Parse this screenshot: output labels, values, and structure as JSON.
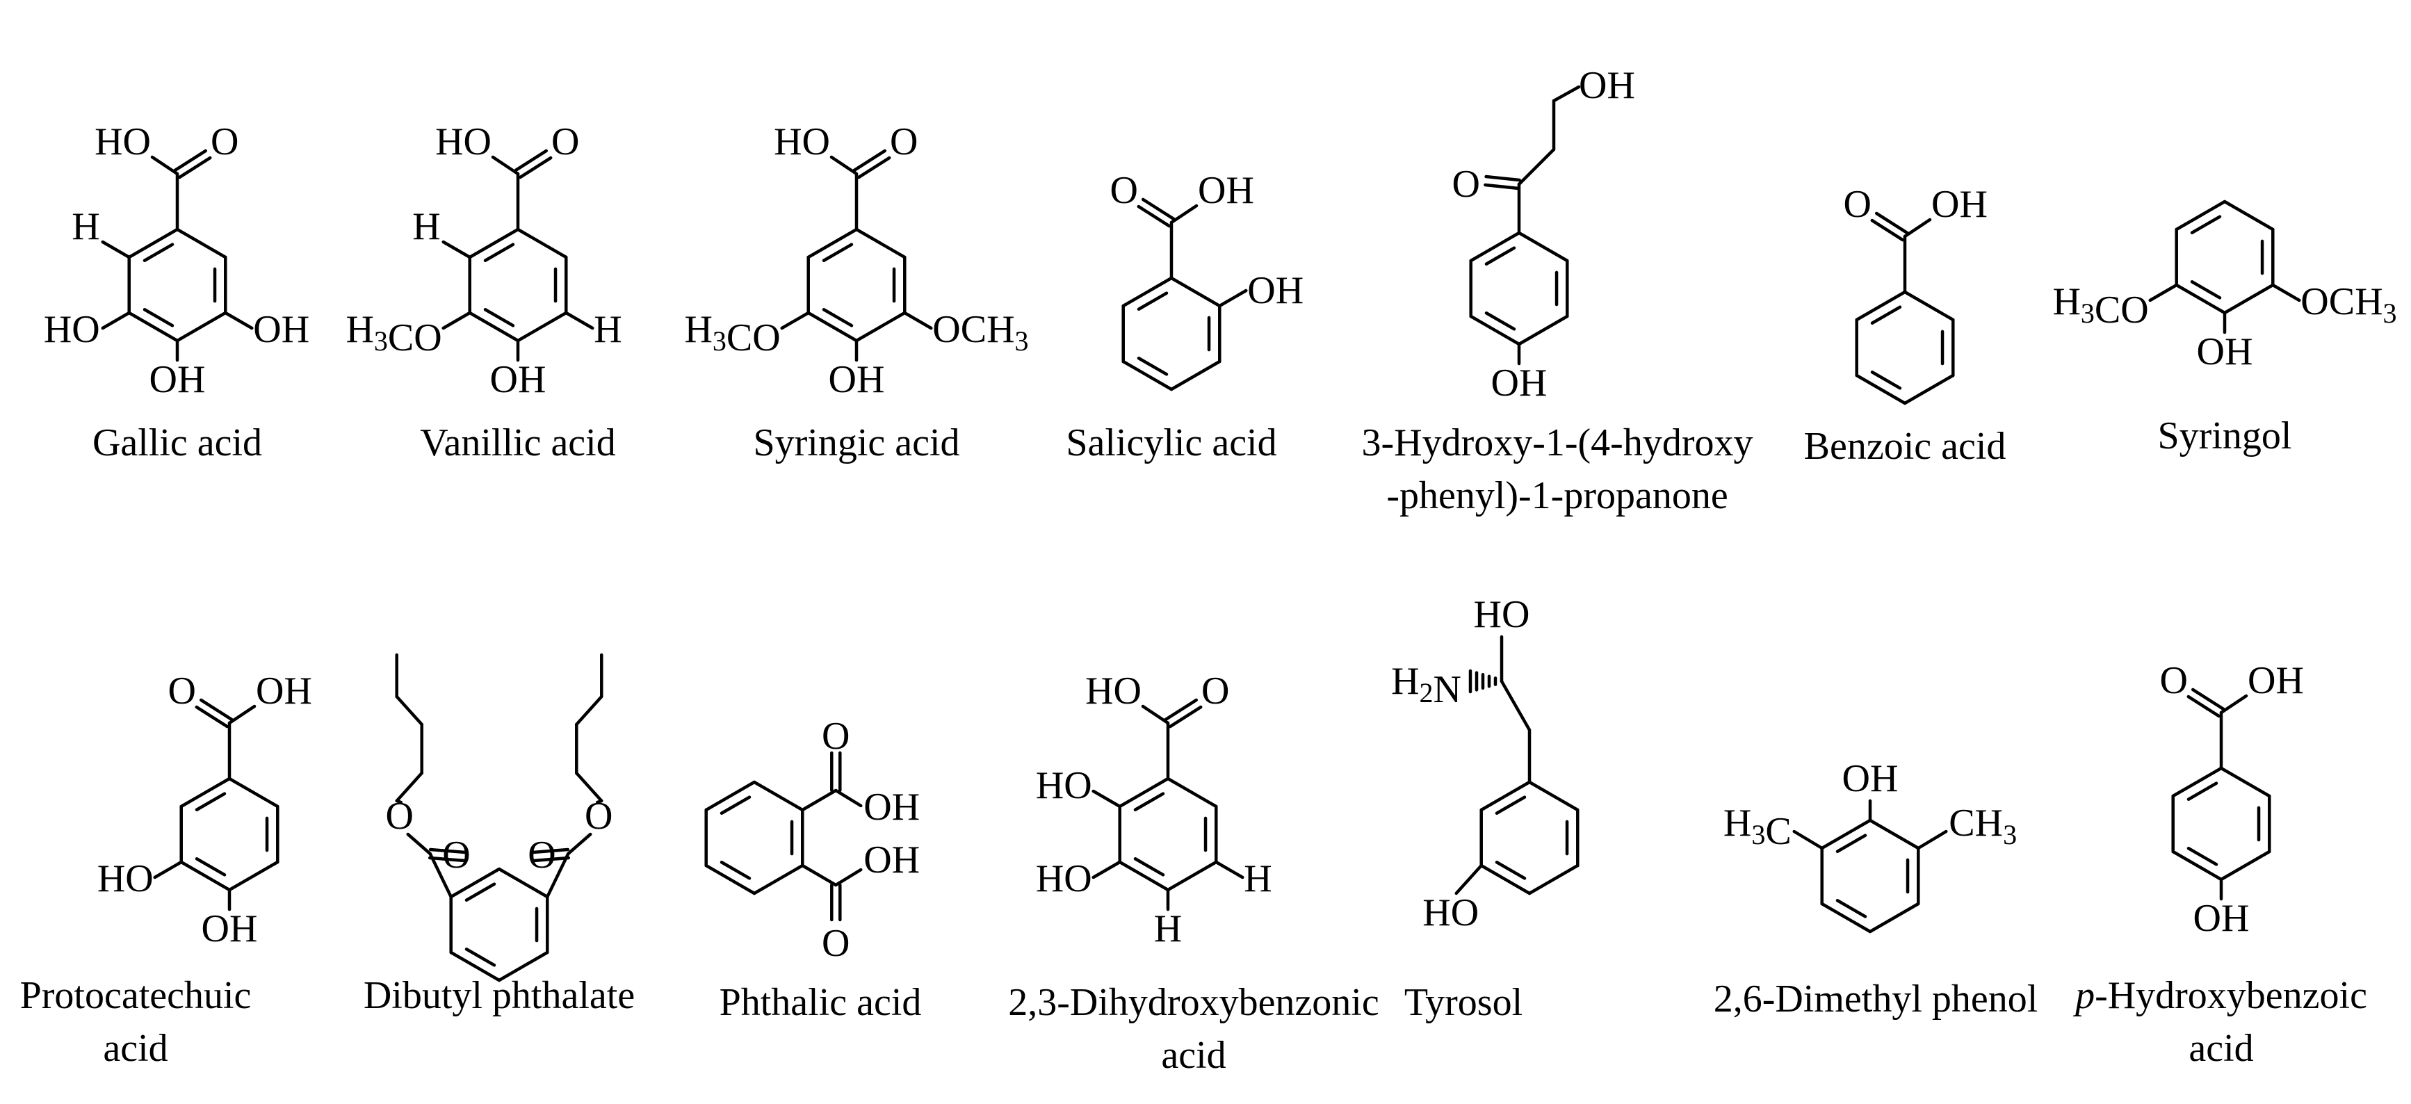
{
  "figure": {
    "compounds": [
      {
        "id": "gallic",
        "name": [
          "Gallic acid"
        ],
        "labels": [
          "HO",
          "O",
          "H",
          "HO",
          "OH",
          "OH"
        ]
      },
      {
        "id": "vanillic",
        "name": [
          "Vanillic acid"
        ],
        "labels": [
          "HO",
          "O",
          "H",
          "H₃CO",
          "H",
          "OH"
        ]
      },
      {
        "id": "syringic",
        "name": [
          "Syringic acid"
        ],
        "labels": [
          "HO",
          "O",
          "H₃CO",
          "OCH₃",
          "OH"
        ]
      },
      {
        "id": "salicylic",
        "name": [
          "Salicylic acid"
        ],
        "labels": [
          "O",
          "OH",
          "OH"
        ]
      },
      {
        "id": "hhpp",
        "name": [
          "3-Hydroxy-1-(4-hydroxy",
          "-phenyl)-1-propanone"
        ],
        "labels": [
          "OH",
          "O",
          "OH"
        ]
      },
      {
        "id": "benzoic",
        "name": [
          "Benzoic acid"
        ],
        "labels": [
          "O",
          "OH"
        ]
      },
      {
        "id": "syringol",
        "name": [
          "Syringol"
        ],
        "labels": [
          "H₃CO",
          "OCH₃",
          "OH"
        ]
      },
      {
        "id": "protocatechuic",
        "name": [
          "Protocatechuic",
          "acid"
        ],
        "labels": [
          "O",
          "OH",
          "HO",
          "OH"
        ]
      },
      {
        "id": "dbp",
        "name": [
          "Dibutyl phthalate"
        ],
        "labels": [
          "O",
          "O",
          "O",
          "O"
        ]
      },
      {
        "id": "phthalic",
        "name": [
          "Phthalic acid"
        ],
        "labels": [
          "O",
          "OH",
          "OH",
          "O"
        ]
      },
      {
        "id": "dhb23",
        "name": [
          "2,3-Dihydroxybenzonic",
          "acid"
        ],
        "labels": [
          "HO",
          "O",
          "HO",
          "HO",
          "H",
          "H"
        ]
      },
      {
        "id": "tyrosol",
        "name": [
          "Tyrosol"
        ],
        "labels": [
          "HO",
          "H₂N",
          "HO"
        ]
      },
      {
        "id": "dmp26",
        "name": [
          "2,6-Dimethyl phenol"
        ],
        "labels": [
          "OH",
          "H₃C",
          "CH₃"
        ]
      },
      {
        "id": "phba",
        "name": [
          "p-Hydroxybenzoic",
          "acid"
        ],
        "labels": [
          "O",
          "OH",
          "OH"
        ]
      }
    ]
  }
}
